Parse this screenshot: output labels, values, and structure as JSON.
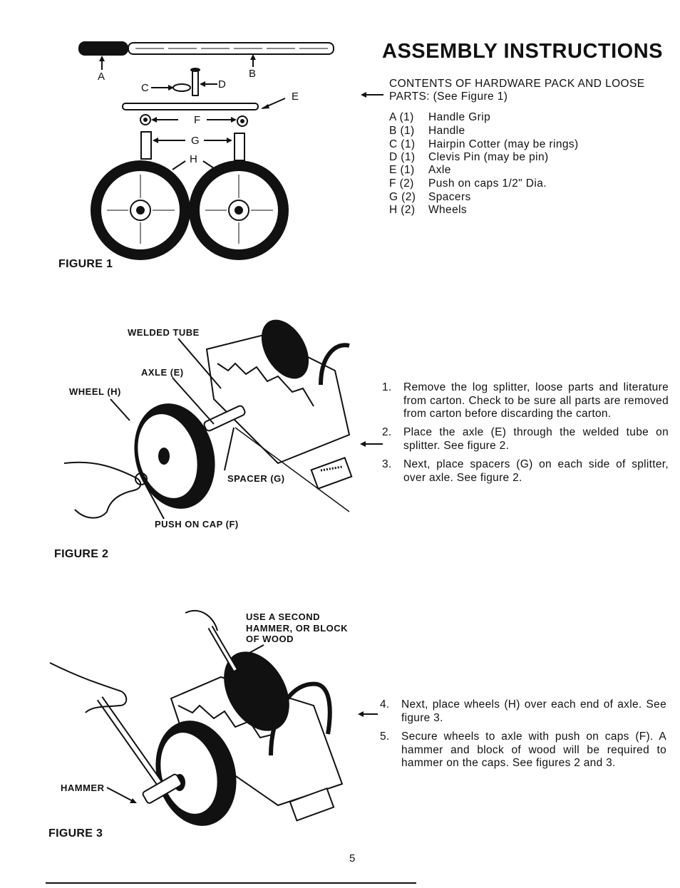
{
  "title": "ASSEMBLY INSTRUCTIONS",
  "contents_heading_line1": "CONTENTS OF HARDWARE PACK AND LOOSE",
  "contents_heading_line2": "PARTS: (See Figure 1)",
  "parts": [
    {
      "code": "A (1)",
      "name": "Handle Grip"
    },
    {
      "code": "B (1)",
      "name": "Handle"
    },
    {
      "code": "C (1)",
      "name": "Hairpin Cotter (may be rings)"
    },
    {
      "code": "D (1)",
      "name": "Clevis Pin (may be pin)"
    },
    {
      "code": "E (1)",
      "name": "Axle"
    },
    {
      "code": "F (2)",
      "name": "Push on caps 1/2\" Dia."
    },
    {
      "code": "G (2)",
      "name": "Spacers"
    },
    {
      "code": "H (2)",
      "name": "Wheels"
    }
  ],
  "figure1": {
    "caption": "FIGURE 1",
    "labels": {
      "a": "A",
      "b": "B",
      "c": "C",
      "d": "D",
      "e": "E",
      "f": "F",
      "g": "G",
      "h": "H"
    }
  },
  "figure2": {
    "caption": "FIGURE 2",
    "labels": {
      "welded_tube": "WELDED TUBE",
      "axle": "AXLE (E)",
      "wheel": "WHEEL (H)",
      "spacer": "SPACER (G)",
      "push_on_cap": "PUSH ON CAP (F)"
    }
  },
  "figure3": {
    "caption": "FIGURE 3",
    "labels": {
      "second_hammer_1": "USE A SECOND",
      "second_hammer_2": "HAMMER, OR BLOCK",
      "second_hammer_3": "OF WOOD",
      "hammer": "HAMMER"
    }
  },
  "steps_a": [
    {
      "num": "1.",
      "text": "Remove the log splitter, loose parts and literature from carton. Check to be sure all parts are removed from carton before discarding the carton."
    },
    {
      "num": "2.",
      "text": "Place the axle (E) through the welded tube on splitter. See figure 2."
    },
    {
      "num": "3.",
      "text": "Next, place spacers (G) on each side of splitter, over axle. See figure 2."
    }
  ],
  "steps_b": [
    {
      "num": "4.",
      "text": "Next, place wheels (H) over each end of axle. See figure 3."
    },
    {
      "num": "5.",
      "text": "Secure wheels to axle with push on caps (F). A hammer and block of wood will be required to hammer on the caps. See figures 2 and 3."
    }
  ],
  "page_number": "5"
}
